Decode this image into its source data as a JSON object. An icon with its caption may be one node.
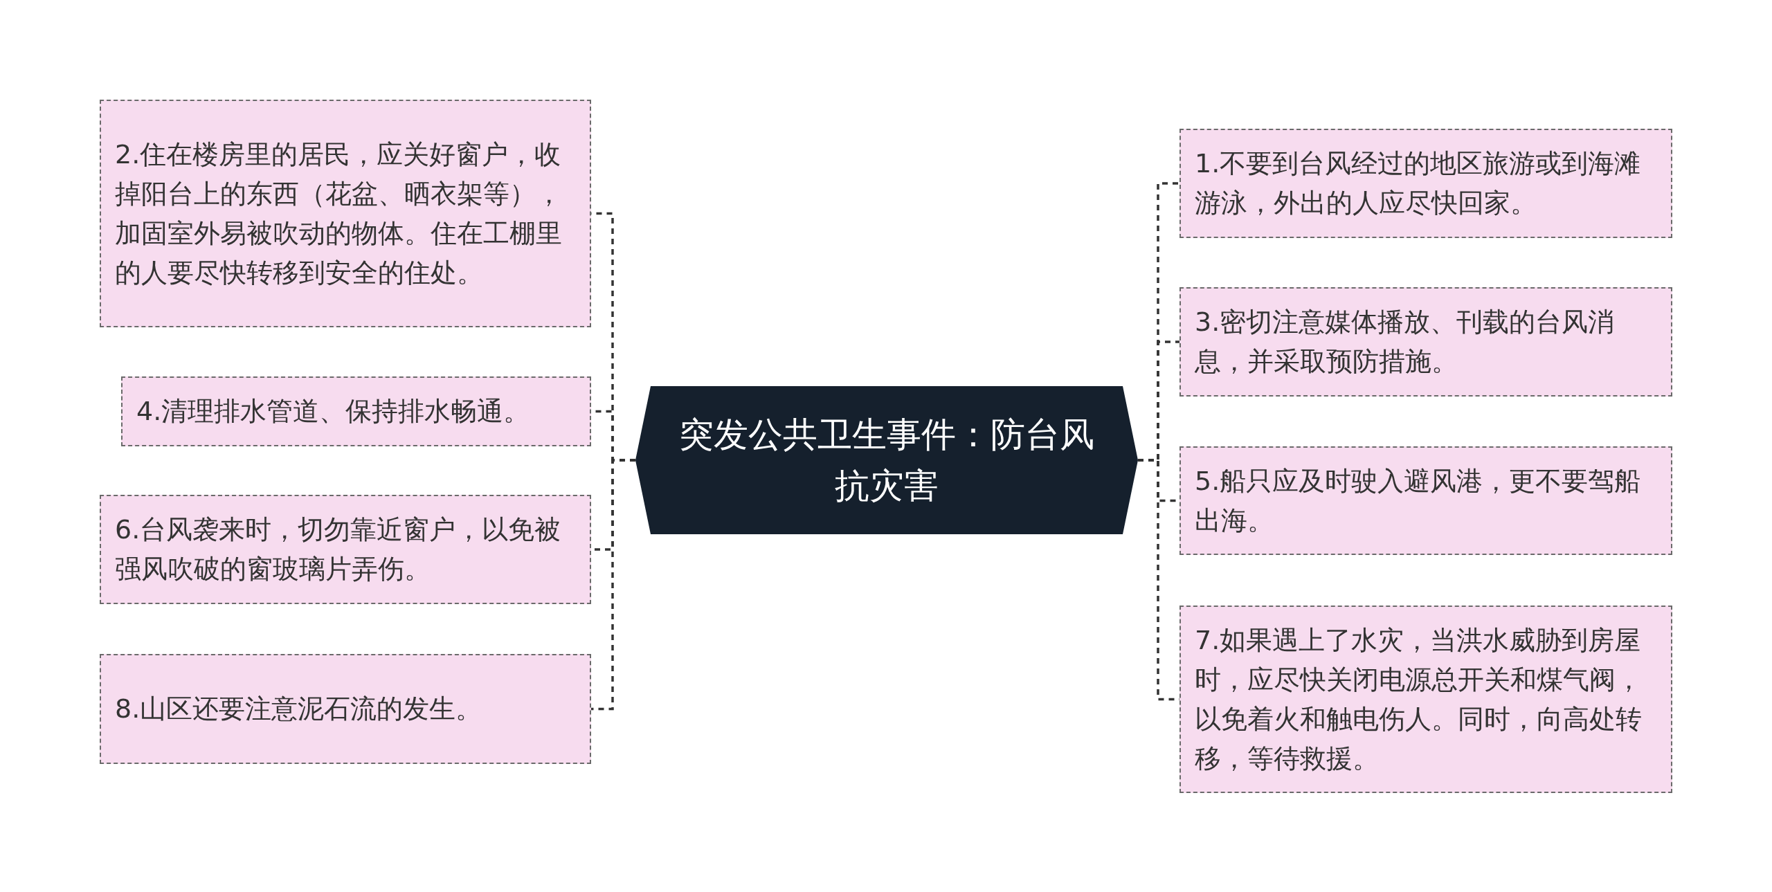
{
  "diagram": {
    "nodes": [
      {
        "text": [
          "突发公共卫生事件：防台风抗灾害"
        ]
      },
      {
        "text": [
          "1.不要到台风经过的地区旅游或到海滩游泳，外出的人应尽快回家。"
        ]
      },
      {
        "text": [
          "2.住在楼房里的居民，应关好窗户，收掉阳台上的东西（花盆、晒衣架等），加固室外易被吹动的物体。住在工棚里的人要尽快转移到安全的住处。"
        ]
      },
      {
        "text": [
          "3.密切注意媒体播放、刊载的台风消息，并采取预防措施。"
        ]
      },
      {
        "text": [
          "4.清理排水管道、保持排水畅通。"
        ]
      },
      {
        "text": [
          "5.船只应及时驶入避风港，更不要驾船出海。"
        ]
      },
      {
        "text": [
          "6.台风袭来时，切勿靠近窗户，以免被强风吹破的窗玻璃片弄伤。"
        ]
      },
      {
        "text": [
          "7.如果遇上了水灾，当洪水威胁到房屋时，应尽快关闭电源总开关和煤气阀，以免着火和触电伤人。同时，向高处转移，等待救援。"
        ]
      },
      {
        "text": [
          "8.山区还要注意泥石流的发生。"
        ]
      }
    ],
    "edges": [
      {
        "from": 0,
        "to": 1,
        "arrow": "none"
      },
      {
        "from": 0,
        "to": 2,
        "arrow": "none"
      },
      {
        "from": 0,
        "to": 3,
        "arrow": "none"
      },
      {
        "from": 0,
        "to": 4,
        "arrow": "none"
      },
      {
        "from": 0,
        "to": 5,
        "arrow": "none"
      },
      {
        "from": 0,
        "to": 6,
        "arrow": "none"
      },
      {
        "from": 0,
        "to": 7,
        "arrow": "none"
      },
      {
        "from": 0,
        "to": 8,
        "arrow": "none"
      }
    ]
  }
}
